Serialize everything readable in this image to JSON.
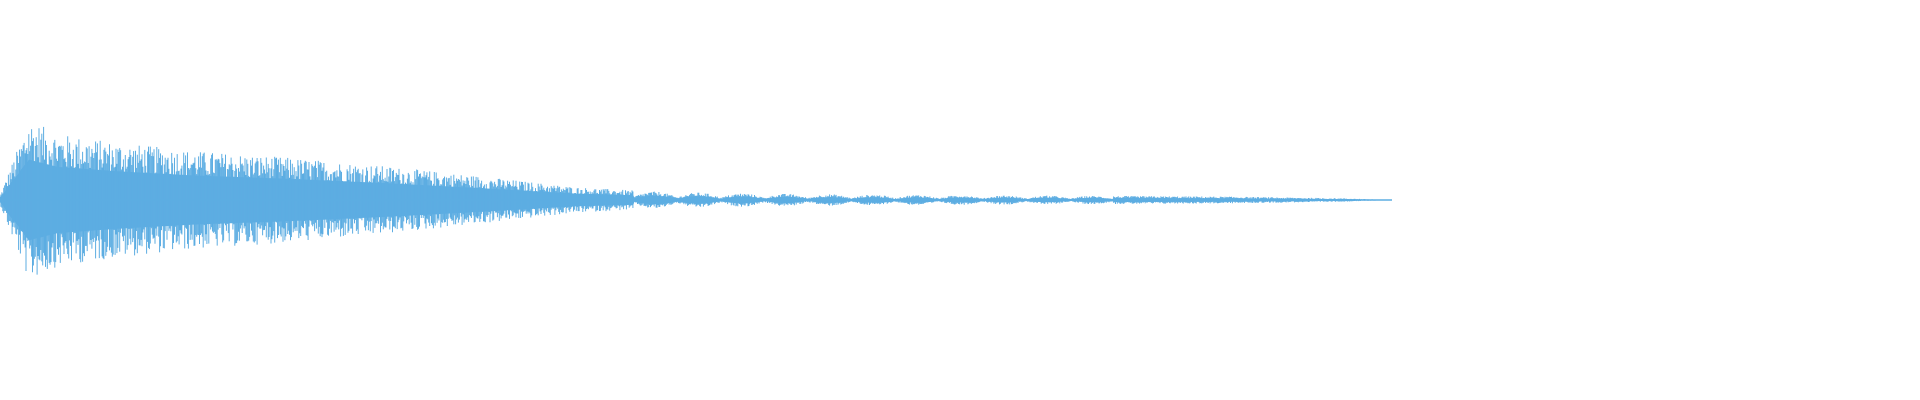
{
  "waveform": {
    "color": "#5dade2",
    "shape": "decaying audio envelope, peak at onset, fades to silence about 72% across",
    "envelope": [
      {
        "t": 0.0,
        "a": 0.05
      },
      {
        "t": 0.004,
        "a": 0.3
      },
      {
        "t": 0.01,
        "a": 0.65
      },
      {
        "t": 0.015,
        "a": 0.95
      },
      {
        "t": 0.03,
        "a": 0.78
      },
      {
        "t": 0.06,
        "a": 0.68
      },
      {
        "t": 0.1,
        "a": 0.58
      },
      {
        "t": 0.15,
        "a": 0.5
      },
      {
        "t": 0.2,
        "a": 0.4
      },
      {
        "t": 0.25,
        "a": 0.28
      },
      {
        "t": 0.3,
        "a": 0.15
      },
      {
        "t": 0.34,
        "a": 0.1
      },
      {
        "t": 0.38,
        "a": 0.08
      },
      {
        "t": 0.42,
        "a": 0.07
      },
      {
        "t": 0.48,
        "a": 0.06
      },
      {
        "t": 0.56,
        "a": 0.05
      },
      {
        "t": 0.64,
        "a": 0.04
      },
      {
        "t": 0.7,
        "a": 0.02
      },
      {
        "t": 0.725,
        "a": 0.0
      }
    ],
    "beat_start": 0.33,
    "beat_end": 0.58,
    "beat_cycles": 11
  }
}
